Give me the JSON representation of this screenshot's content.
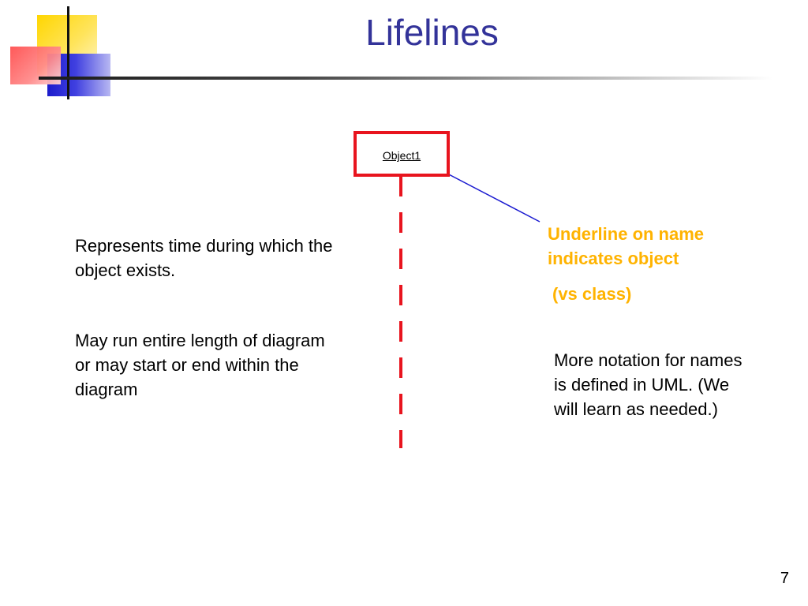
{
  "slide": {
    "title": "Lifelines",
    "page_number": "7"
  },
  "diagram": {
    "object_name": "Object1",
    "object_border_color": "#e8141e",
    "lifeline_color": "#e8141e",
    "arrow_color": "#1a1ad0"
  },
  "notes": {
    "left_1": "Represents time during which the object exists.",
    "left_2": "May run entire length of diagram or may start or end within the diagram",
    "right_callout_1": "Underline on name indicates object",
    "right_callout_2": "(vs class)",
    "right_more": "More notation for names is defined in UML.  (We will learn as needed.)"
  },
  "colors": {
    "title": "#333399",
    "callout": "#ffb300"
  }
}
